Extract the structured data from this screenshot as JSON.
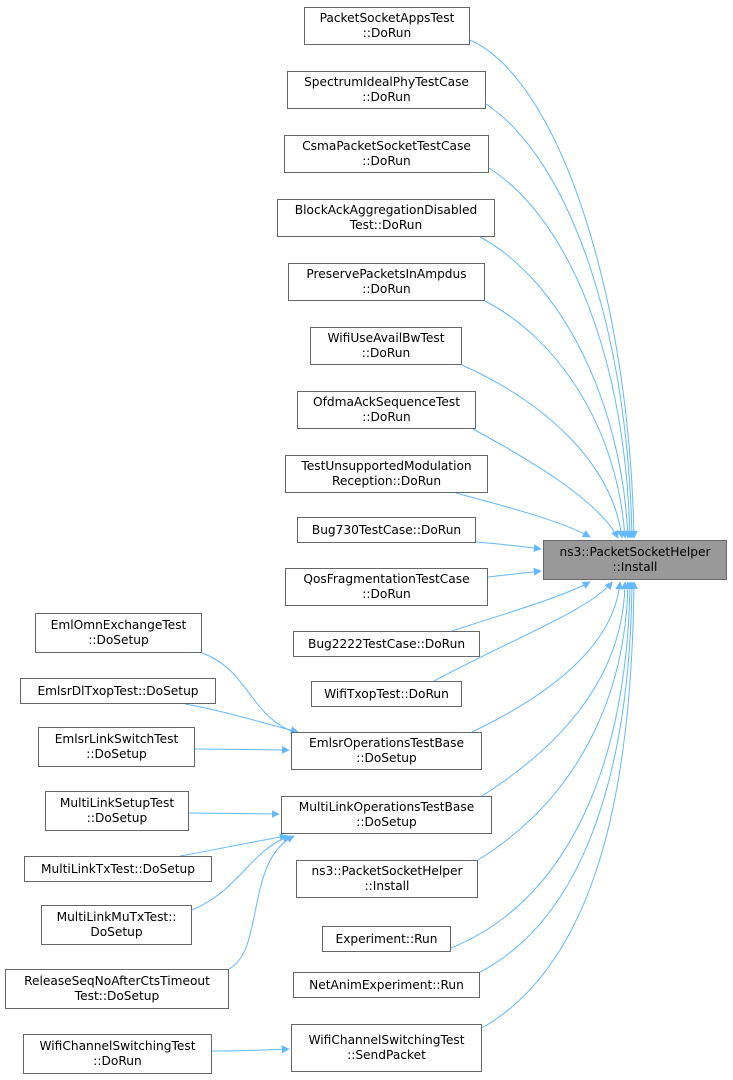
{
  "colors": {
    "edge": "#63b8ff",
    "node_border": "#666666",
    "target_fill": "#999999"
  },
  "target": {
    "line1": "ns3::PacketSocketHelper",
    "line2": "::Install"
  },
  "callers": [
    {
      "line1": "PacketSocketAppsTest",
      "line2": "::DoRun"
    },
    {
      "line1": "SpectrumIdealPhyTestCase",
      "line2": "::DoRun"
    },
    {
      "line1": "CsmaPacketSocketTestCase",
      "line2": "::DoRun"
    },
    {
      "line1": "BlockAckAggregationDisabled",
      "line2": "Test::DoRun"
    },
    {
      "line1": "PreservePacketsInAmpdus",
      "line2": "::DoRun"
    },
    {
      "line1": "WifiUseAvailBwTest",
      "line2": "::DoRun"
    },
    {
      "line1": "OfdmaAckSequenceTest",
      "line2": "::DoRun"
    },
    {
      "line1": "TestUnsupportedModulation",
      "line2": "Reception::DoRun"
    },
    {
      "line1": "Bug730TestCase::DoRun",
      "line2": ""
    },
    {
      "line1": "QosFragmentationTestCase",
      "line2": "::DoRun"
    },
    {
      "line1": "Bug2222TestCase::DoRun",
      "line2": ""
    },
    {
      "line1": "WifiTxopTest::DoRun",
      "line2": ""
    },
    {
      "line1": "EmlsrOperationsTestBase",
      "line2": "::DoSetup"
    },
    {
      "line1": "MultiLinkOperationsTestBase",
      "line2": "::DoSetup"
    },
    {
      "line1": "ns3::PacketSocketHelper",
      "line2": "::Install"
    },
    {
      "line1": "Experiment::Run",
      "line2": ""
    },
    {
      "line1": "NetAnimExperiment::Run",
      "line2": ""
    },
    {
      "line1": "WifiChannelSwitchingTest",
      "line2": "::SendPacket"
    }
  ],
  "emlsr_callers": [
    {
      "line1": "EmlOmnExchangeTest",
      "line2": "::DoSetup"
    },
    {
      "line1": "EmlsrDlTxopTest::DoSetup",
      "line2": ""
    },
    {
      "line1": "EmlsrLinkSwitchTest",
      "line2": "::DoSetup"
    }
  ],
  "multilink_callers": [
    {
      "line1": "MultiLinkSetupTest",
      "line2": "::DoSetup"
    },
    {
      "line1": "MultiLinkTxTest::DoSetup",
      "line2": ""
    },
    {
      "line1": "MultiLinkMuTxTest::",
      "line2": "DoSetup"
    },
    {
      "line1": "ReleaseSeqNoAfterCtsTimeout",
      "line2": "Test::DoSetup"
    }
  ],
  "channel_callers": [
    {
      "line1": "WifiChannelSwitchingTest",
      "line2": "::DoRun"
    }
  ]
}
